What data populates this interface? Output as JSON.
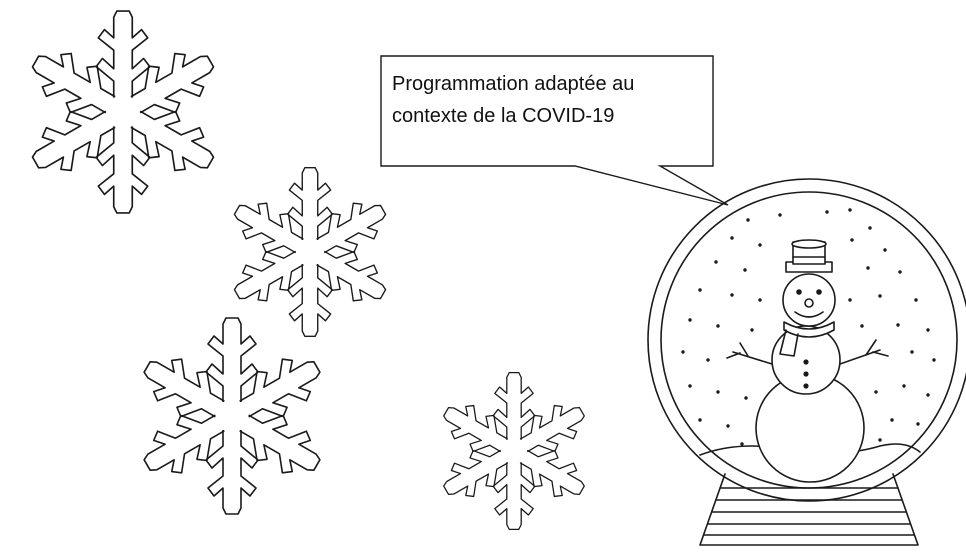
{
  "callout": {
    "text": "Programmation adaptée au\ncontexte de la COVID-19"
  },
  "colors": {
    "line": "#1a1a1a",
    "background": "#ffffff"
  },
  "illustration": {
    "snowflakes": 4,
    "subject": "snowman-in-snow-globe"
  }
}
